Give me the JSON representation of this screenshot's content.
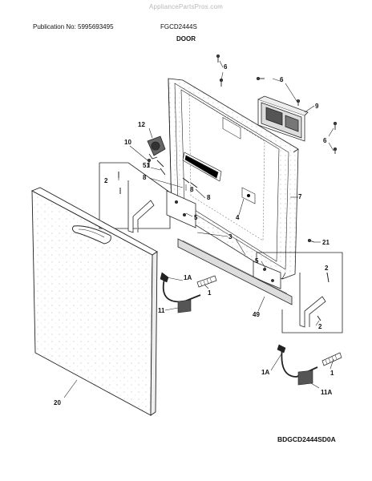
{
  "header": {
    "watermark": "AppliancePartsPros.com",
    "publication": "Publication No: 5995693495",
    "model": "FGCD2444S",
    "section_title": "DOOR"
  },
  "diagram": {
    "code": "BDGCD2444SD0A",
    "callouts": [
      "6",
      "6",
      "9",
      "12",
      "10",
      "6",
      "51",
      "8",
      "2",
      "8",
      "8",
      "5",
      "7",
      "4",
      "3",
      "21",
      "5",
      "2",
      "1A",
      "1",
      "11",
      "49",
      "2",
      "20",
      "1A",
      "1",
      "11A"
    ]
  }
}
